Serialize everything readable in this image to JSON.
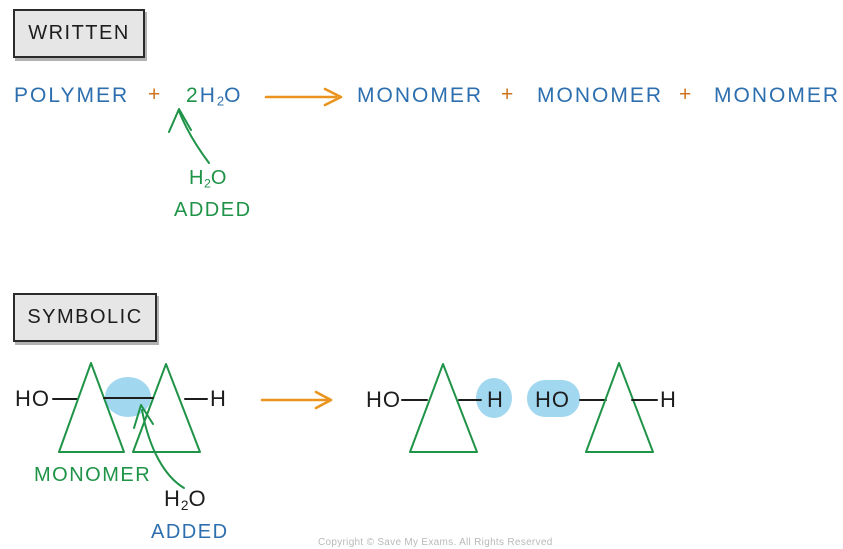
{
  "colors": {
    "blue": "#2d6fae",
    "green": "#1f9347",
    "orange": "#ea941f",
    "plus-orange": "#cf731d",
    "ink": "#1d1d1d",
    "highlight": "#a2d7f0",
    "box-bg": "#e6e6e6",
    "box-border": "#2b2b2b",
    "copyright-gray": "#b9b9b9"
  },
  "written": {
    "label": "WRITTEN",
    "equation": {
      "reactant": "POLYMER",
      "plus1": "+",
      "water_coefficient": "2",
      "water_h": "H",
      "water_sub": "2",
      "water_o": "O",
      "plus2": "+",
      "plus3": "+",
      "products": [
        "MONOMER",
        "MONOMER",
        "MONOMER"
      ]
    },
    "annotation": {
      "water_h": "H",
      "water_sub": "2",
      "water_o": "O",
      "label": "ADDED"
    }
  },
  "symbolic": {
    "label": "SYMBOLIC",
    "reactant": {
      "left_group": "HO",
      "right_group": "H",
      "caption": "MONOMER"
    },
    "annotation": {
      "water_h": "H",
      "water_sub": "2",
      "water_o": "O",
      "label": "ADDED"
    },
    "product1": {
      "left_group": "HO",
      "right_group": "H"
    },
    "product2": {
      "left_group": "HO",
      "right_group": "H"
    }
  },
  "footer": {
    "copyright": "Copyright © Save My Exams. All Rights Reserved"
  }
}
